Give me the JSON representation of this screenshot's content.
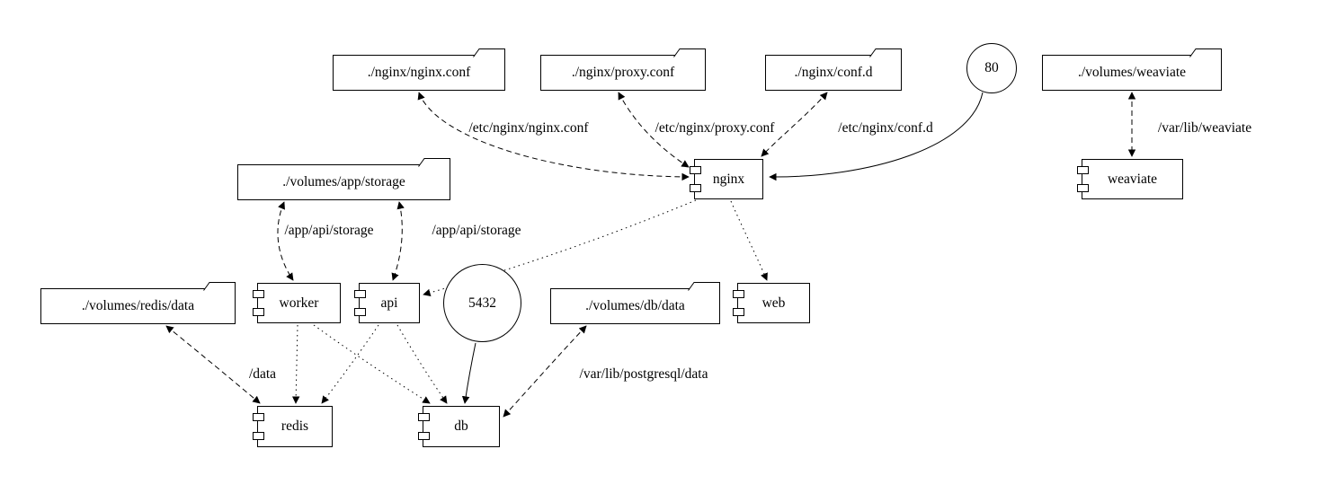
{
  "diagram": {
    "nodes": {
      "nginx_conf_file": {
        "label": "./nginx/nginx.conf"
      },
      "proxy_conf_file": {
        "label": "./nginx/proxy.conf"
      },
      "conf_d_dir": {
        "label": "./nginx/conf.d"
      },
      "port_80": {
        "label": "80"
      },
      "volumes_weaviate": {
        "label": "./volumes/weaviate"
      },
      "volumes_app_storage": {
        "label": "./volumes/app/storage"
      },
      "nginx": {
        "label": "nginx"
      },
      "weaviate": {
        "label": "weaviate"
      },
      "volumes_redis_data": {
        "label": "./volumes/redis/data"
      },
      "worker": {
        "label": "worker"
      },
      "api": {
        "label": "api"
      },
      "port_5432": {
        "label": "5432"
      },
      "volumes_db_data": {
        "label": "./volumes/db/data"
      },
      "web": {
        "label": "web"
      },
      "redis": {
        "label": "redis"
      },
      "db": {
        "label": "db"
      }
    },
    "edge_labels": {
      "etc_nginx_conf": "/etc/nginx/nginx.conf",
      "etc_proxy_conf": "/etc/nginx/proxy.conf",
      "etc_conf_d": "/etc/nginx/conf.d",
      "var_lib_weaviate": "/var/lib/weaviate",
      "app_api_storage_worker": "/app/api/storage",
      "app_api_storage_api": "/app/api/storage",
      "redis_data": "/data",
      "var_lib_postgresql": "/var/lib/postgresql/data"
    }
  }
}
